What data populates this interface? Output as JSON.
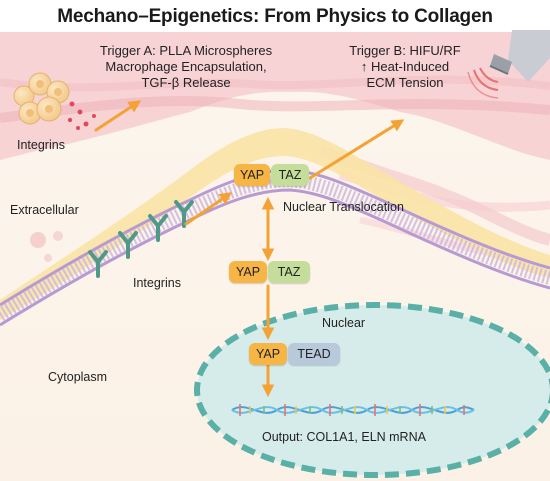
{
  "title": "Mechano–Epigenetics: From Physics to Collagen",
  "trigger_a": {
    "line1": "Trigger A: PLLA Microspheres",
    "line2": "Macrophage Encapsulation,",
    "line3": "TGF-β Release"
  },
  "trigger_b": {
    "line1": "Trigger B: HIFU/RF",
    "line2": "↑ Heat-Induced",
    "line3": "ECM Tension"
  },
  "labels": {
    "integrins_top": "Integrins",
    "extracellular": "Extracellular",
    "integrins_membrane": "Integrins",
    "nuclear_translocation": "Nuclear Translocation",
    "nuclear": "Nuclear",
    "cytoplasm": "Cytoplasm",
    "output": "Output: COL1A1, ELN mRNA"
  },
  "proteins": {
    "yap": "YAP",
    "taz": "TAZ",
    "tead": "TEAD"
  },
  "colors": {
    "arrow": "#f4a234",
    "yap": "#f6b545",
    "taz": "#c5dd9a",
    "tead": "#b9c9dc",
    "membrane": "#9c7fbf",
    "nucleus_fill": "#d6ecea",
    "nucleus_border": "#5ab0a6",
    "ecm_pink": "#f3c4c8",
    "background_cream": "#fbf3ea"
  },
  "icons": [
    "macrophage-cell-cluster-icon",
    "integrin-receptor-icon",
    "ultrasound-probe-icon",
    "dna-strand-icon"
  ]
}
